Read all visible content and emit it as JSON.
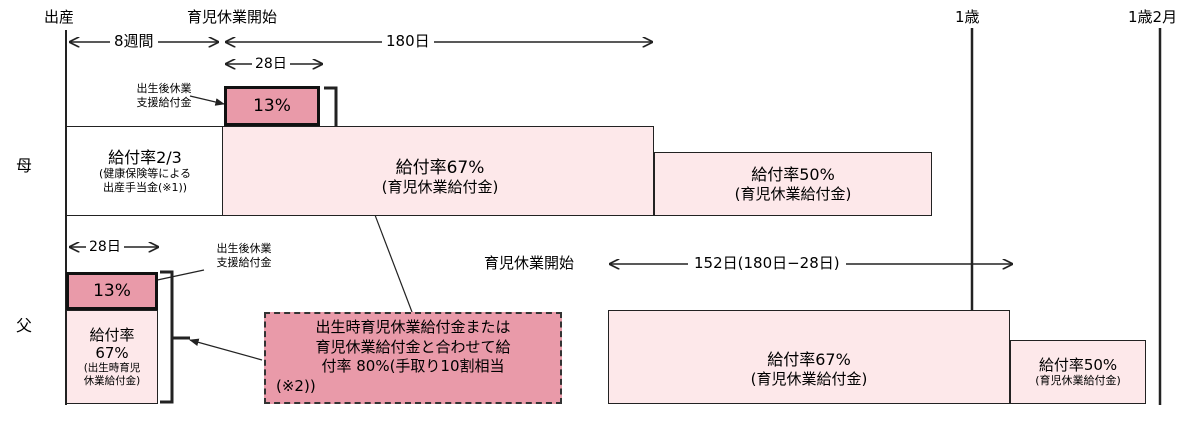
{
  "colors": {
    "fill_light": "#fde8ea",
    "fill_pink": "#e99aa9",
    "line": "#222222"
  },
  "header": {
    "birth": "出産",
    "leave_start": "育児休業開始",
    "age_1": "1歳",
    "age_1y2m": "1歳2月"
  },
  "rows": {
    "mother": "母",
    "father": "父"
  },
  "timeline": {
    "weeks_8": "8週間",
    "days_180": "180日",
    "days_28_top": "28日",
    "days_28_father": "28日",
    "father_leave_start": "育児休業開始",
    "days_152": "152日(180日−28日)"
  },
  "mother": {
    "support_label": [
      "出生後休業",
      "支援給付金"
    ],
    "support_rate": "13%",
    "maternity_rate": "給付率2/3",
    "maternity_note": [
      "(健康保険等による",
      "出産手当金(※1))"
    ],
    "leave_67_rate": "給付率67%",
    "leave_67_name": "(育児休業給付金)",
    "leave_50_rate": "給付率50%",
    "leave_50_name": "(育児休業給付金)"
  },
  "father": {
    "support_label": [
      "出生後休業",
      "支援給付金"
    ],
    "support_rate": "13%",
    "birth_rate": [
      "給付率",
      "67%"
    ],
    "birth_name": [
      "(出生時育児",
      "休業給付金)"
    ],
    "leave_67_rate": "給付率67%",
    "leave_67_name": "(育児休業給付金)",
    "leave_50_rate": "給付率50%",
    "leave_50_name": "(育児休業給付金)"
  },
  "callout": {
    "lines": [
      "出生時育児休業給付金または",
      "育児休業給付金と合わせて給",
      "付率 80%(手取り10割相当",
      "(※2))"
    ]
  }
}
